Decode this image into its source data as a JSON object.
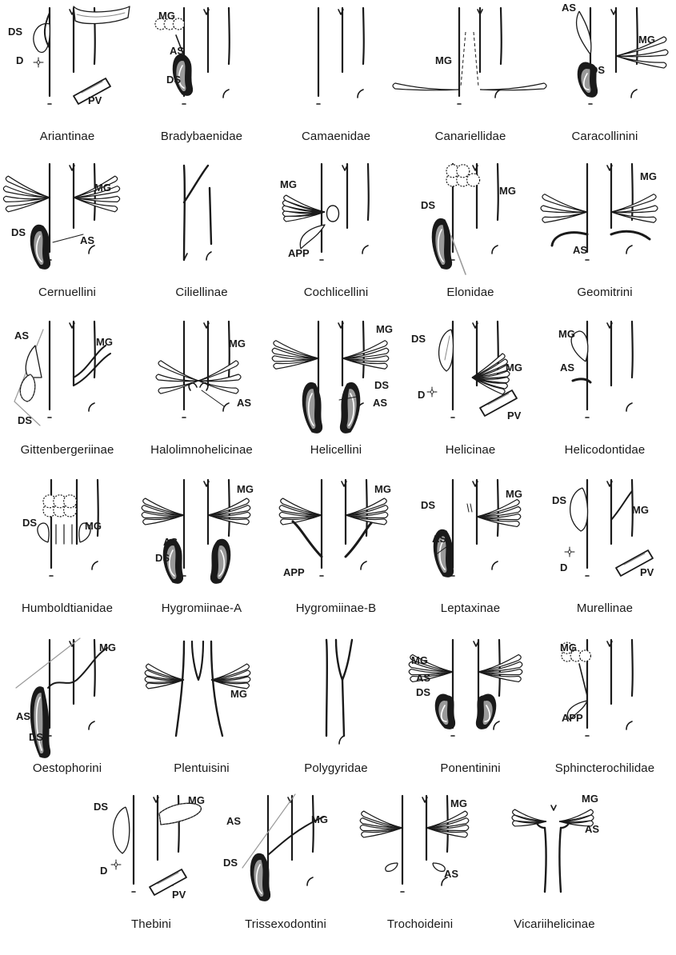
{
  "panels": [
    {
      "caption": "Ariantinae",
      "labels": [
        "DS",
        "D",
        "PV"
      ]
    },
    {
      "caption": "Bradybaenidae",
      "labels": [
        "MG",
        "AS",
        "DS"
      ]
    },
    {
      "caption": "Camaenidae",
      "labels": []
    },
    {
      "caption": "Canariellidae",
      "labels": [
        "MG"
      ]
    },
    {
      "caption": "Caracollinini",
      "labels": [
        "AS",
        "MG",
        "DS"
      ]
    },
    {
      "caption": "Cernuellini",
      "labels": [
        "MG",
        "DS",
        "AS"
      ]
    },
    {
      "caption": "Ciliellinae",
      "labels": []
    },
    {
      "caption": "Cochlicellini",
      "labels": [
        "MG",
        "APP"
      ]
    },
    {
      "caption": "Elonidae",
      "labels": [
        "MG",
        "DS"
      ]
    },
    {
      "caption": "Geomitrini",
      "labels": [
        "MG",
        "AS"
      ]
    },
    {
      "caption": "Gittenbergeriinae",
      "labels": [
        "AS",
        "MG",
        "DS"
      ]
    },
    {
      "caption": "Halolimnohelicinae",
      "labels": [
        "MG",
        "AS"
      ]
    },
    {
      "caption": "Helicellini",
      "labels": [
        "MG",
        "DS",
        "AS"
      ]
    },
    {
      "caption": "Helicinae",
      "labels": [
        "DS",
        "MG",
        "D",
        "PV"
      ]
    },
    {
      "caption": "Helicodontidae",
      "labels": [
        "MG",
        "AS"
      ]
    },
    {
      "caption": "Humboldtianidae",
      "labels": [
        "MG",
        "DS"
      ]
    },
    {
      "caption": "Hygromiinae-A",
      "labels": [
        "MG",
        "AS",
        "DS"
      ]
    },
    {
      "caption": "Hygromiinae-B",
      "labels": [
        "MG",
        "APP"
      ]
    },
    {
      "caption": "Leptaxinae",
      "labels": [
        "MG",
        "DS",
        "AS"
      ]
    },
    {
      "caption": "Murellinae",
      "labels": [
        "DS",
        "MG",
        "D",
        "PV"
      ]
    },
    {
      "caption": "Oestophorini",
      "labels": [
        "MG",
        "AS",
        "DS"
      ]
    },
    {
      "caption": "Plentuisini",
      "labels": [
        "MG"
      ]
    },
    {
      "caption": "Polygyridae",
      "labels": []
    },
    {
      "caption": "Ponentinini",
      "labels": [
        "MG",
        "AS",
        "DS"
      ]
    },
    {
      "caption": "Sphincterochilidae",
      "labels": [
        "MG",
        "APP"
      ]
    },
    {
      "caption": "Thebini",
      "labels": [
        "DS",
        "MG",
        "D",
        "PV"
      ]
    },
    {
      "caption": "Trissexodontini",
      "labels": [
        "AS",
        "MG",
        "DS"
      ]
    },
    {
      "caption": "Trochoideini",
      "labels": [
        "MG",
        "AS"
      ]
    },
    {
      "caption": "Vicariihelicinae",
      "labels": [
        "MG",
        "AS"
      ]
    }
  ],
  "colors": {
    "line": "#1a1a1a",
    "grey": "#9a9a9a",
    "white": "#ffffff"
  }
}
